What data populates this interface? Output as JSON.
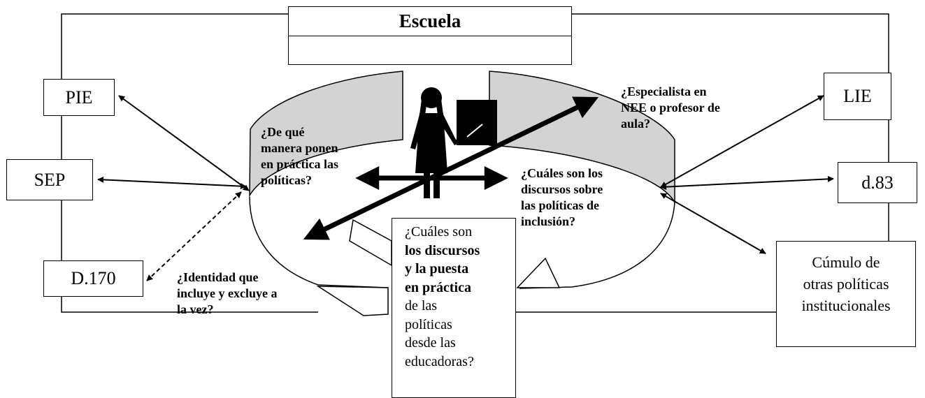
{
  "school": {
    "title": "Escuela"
  },
  "left_boxes": {
    "pie": "PIE",
    "sep": "SEP",
    "d170": "D.170"
  },
  "right_boxes": {
    "lie": "LIE",
    "d83": "d.83",
    "other_policies": [
      "Cúmulo de",
      "otras políticas",
      "institucionales"
    ]
  },
  "questions": {
    "practice": [
      "¿De qué",
      "manera ponen",
      "en práctica las",
      "políticas?"
    ],
    "specialist": [
      "¿Especialista en",
      "NEE o profesor de",
      "aula?"
    ],
    "discourses": [
      "¿Cuáles son los",
      "discursos sobre",
      "las políticas de",
      "inclusión?"
    ],
    "identity": [
      "¿Identidad que",
      "incluye y excluye a",
      "la vez?"
    ]
  },
  "central_question": {
    "line1": "¿Cuáles son",
    "bold": [
      "los discursos",
      "y la puesta",
      "en práctica"
    ],
    "rest": [
      "de las",
      "políticas",
      "desde las",
      "educadoras?"
    ]
  },
  "colors": {
    "ring_fill": "#d3d3d3",
    "stroke": "#000000"
  },
  "icons": {
    "teacher": "teacher-at-board-icon"
  }
}
